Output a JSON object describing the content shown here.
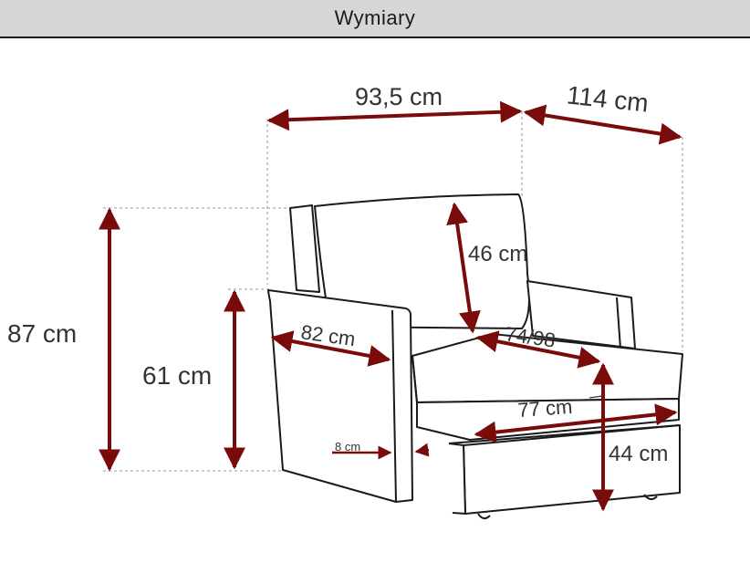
{
  "header": {
    "title": "Wymiary"
  },
  "colors": {
    "arrow": "#7a0b0b",
    "outline": "#1a1a1a",
    "guide": "#9a9a9a",
    "header_bg": "#d6d6d6"
  },
  "dimensions": {
    "width_total": "93,5 cm",
    "depth_total": "114 cm",
    "height_total": "87 cm",
    "armrest_height": "61 cm",
    "backrest_height": "46 cm",
    "armrest_depth": "82 cm",
    "seat_depth": "74/98",
    "seat_width": "77 cm",
    "seat_height": "44 cm",
    "armrest_width": "8 cm"
  }
}
